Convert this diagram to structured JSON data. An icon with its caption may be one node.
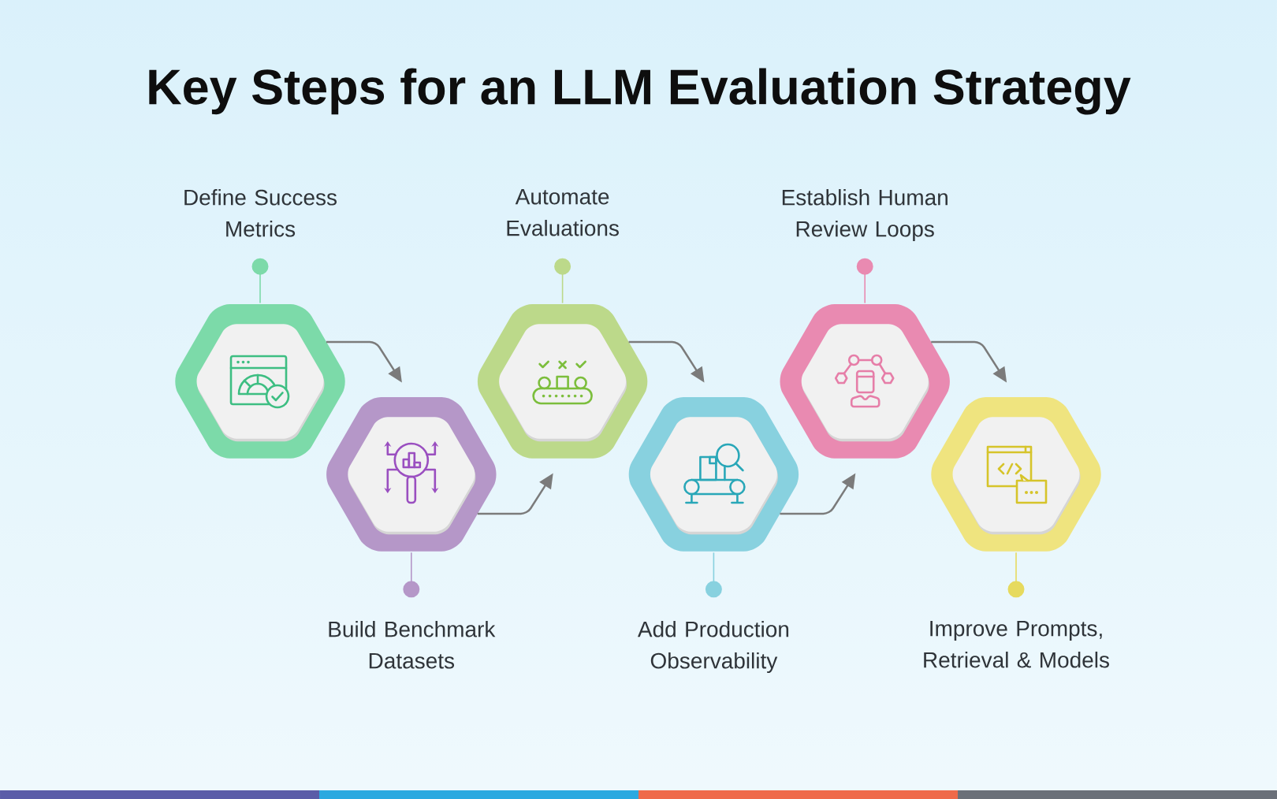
{
  "diagram": {
    "title": "Key Steps for an LLM Evaluation Strategy",
    "nodes": [
      {
        "text": [
          "Define Success Metrics"
        ]
      },
      {
        "text": [],
        "shape": "hexagon"
      },
      {
        "text": [
          "Build Benchmark Datasets"
        ]
      },
      {
        "text": [],
        "shape": "hexagon"
      },
      {
        "text": [
          "Automate Evaluations"
        ]
      },
      {
        "text": [],
        "shape": "hexagon"
      },
      {
        "text": [
          "Add Production Observability"
        ]
      },
      {
        "text": [],
        "shape": "hexagon"
      },
      {
        "text": [
          "Establish Human Review Loops"
        ]
      },
      {
        "text": [],
        "shape": "hexagon"
      },
      {
        "text": [
          "Improve Prompts, Retrieval & Models"
        ]
      },
      {
        "text": [],
        "shape": "hexagon"
      }
    ],
    "edges": [
      {
        "from": 0,
        "to": 1,
        "arrow": "other",
        "color": "#7cdaa9"
      },
      {
        "from": 1,
        "to": 3,
        "arrow": "to"
      },
      {
        "from": 2,
        "to": 3,
        "arrow": "other",
        "color": "#b597c8"
      },
      {
        "from": 3,
        "to": 5,
        "arrow": "to"
      },
      {
        "from": 4,
        "to": 5,
        "arrow": "other",
        "color": "#bcd98a"
      },
      {
        "from": 5,
        "to": 7,
        "arrow": "to"
      },
      {
        "from": 6,
        "to": 7,
        "arrow": "other",
        "color": "#88d1df"
      },
      {
        "from": 7,
        "to": 9,
        "arrow": "to"
      },
      {
        "from": 8,
        "to": 9,
        "arrow": "other",
        "color": "#e98ab1"
      },
      {
        "from": 9,
        "to": 11,
        "arrow": "to"
      },
      {
        "from": 10,
        "to": 11,
        "arrow": "other",
        "color": "#e6da5e"
      }
    ]
  }
}
